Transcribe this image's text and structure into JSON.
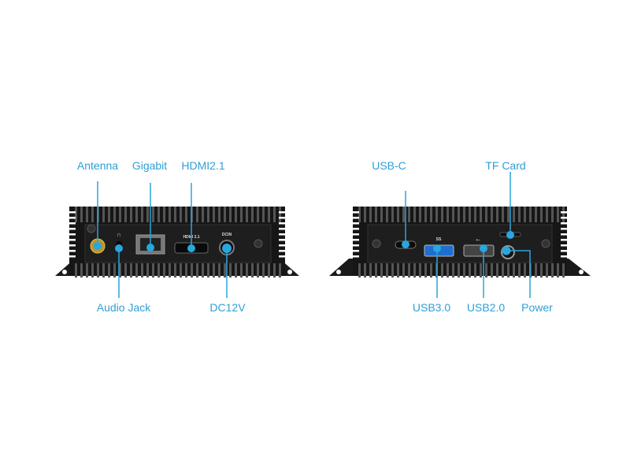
{
  "colors": {
    "accent": "#29a6de",
    "label": "#2f9fd6",
    "body": "#141414"
  },
  "left_device": {
    "callouts": {
      "antenna": "Antenna",
      "gigabit": "Gigabit",
      "hdmi": "HDMI2.1",
      "audio": "Audio Jack",
      "dc": "DC12V"
    },
    "port_marks": {
      "hdmi": "HDMI 2.1",
      "dc": "DCIN"
    }
  },
  "right_device": {
    "callouts": {
      "usbc": "USB-C",
      "tf": "TF Card",
      "usb3": "USB3.0",
      "usb2": "USB2.0",
      "power": "Power"
    },
    "port_marks": {
      "usb3": "SS"
    }
  }
}
